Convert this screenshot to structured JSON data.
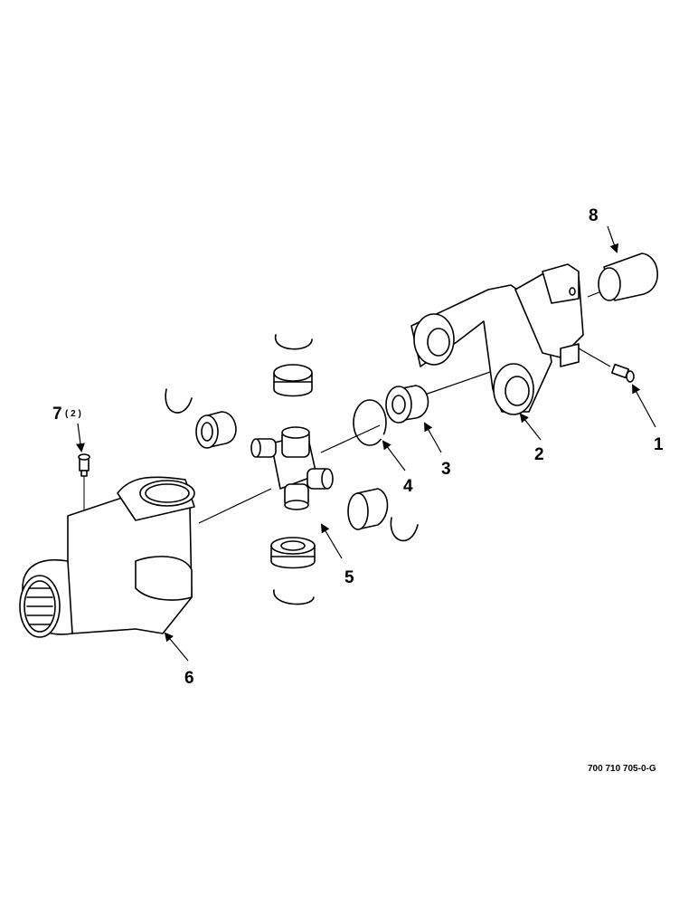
{
  "callouts": {
    "c1": "1",
    "c2": "2",
    "c3": "3",
    "c4": "4",
    "c5": "5",
    "c6": "6",
    "c7": "7",
    "c7_qty": "( 2 )",
    "c8": "8"
  },
  "document_number": "700 710 705-0-G",
  "colors": {
    "line": "#000000",
    "fill": "#ffffff"
  }
}
